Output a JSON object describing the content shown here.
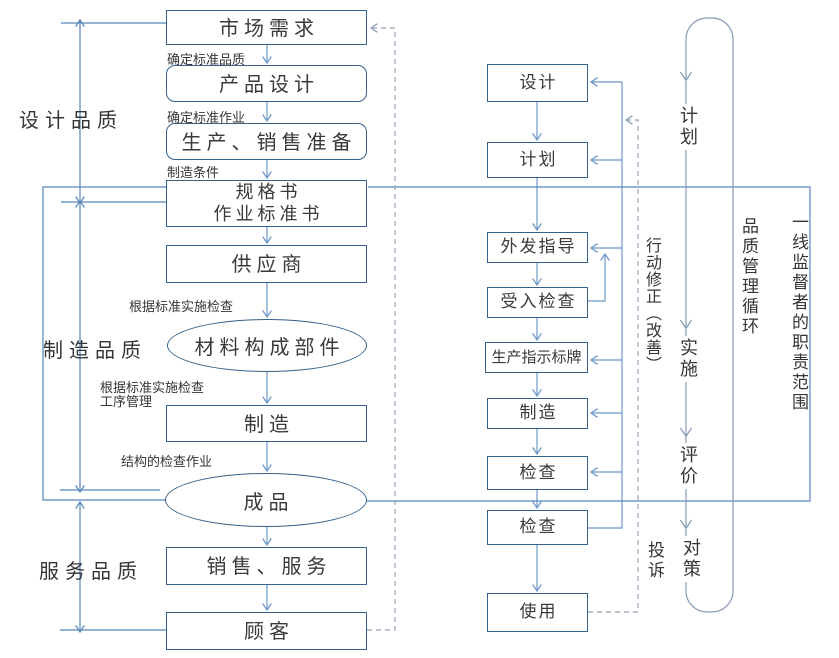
{
  "diagram": {
    "left_flow": {
      "nodes": {
        "market_demand": "市场需求",
        "product_design": "产品设计",
        "production_sales_prep": "生产、销售准备",
        "spec_book_line1": "规格书",
        "spec_book_line2": "作业标准书",
        "supplier": "供应商",
        "material_components": "材料构成部件",
        "manufacture": "制造",
        "finished_product": "成品",
        "sales_service": "销售、服务",
        "customer": "顾客"
      },
      "edge_labels": {
        "define_standard_quality": "确定标准品质",
        "define_standard_work": "确定标准作业",
        "manufacturing_conditions": "制造条件",
        "inspect_per_standard_1": "根据标准实施检查",
        "inspect_per_standard_2": "根据标准实施检查",
        "process_management": "工序管理",
        "structural_inspection": "结构的检查作业"
      },
      "quality_labels": {
        "design_quality": "设计品质",
        "manufacturing_quality": "制造品质",
        "service_quality": "服务品质"
      }
    },
    "right_flow": {
      "nodes": {
        "design": "设计",
        "plan": "计划",
        "outsourcing_guidance": "外发指导",
        "incoming_inspection": "受入检查",
        "production_sign": "生产指示标牌",
        "manufacture": "制造",
        "inspection_1": "检查",
        "inspection_2": "检查",
        "use": "使用"
      },
      "cycle_labels": {
        "plan": "计划",
        "do": "实施",
        "check": "评价",
        "act": "对策",
        "action_correction": "行动修正（改善）",
        "complaint": "投诉",
        "qc_cycle": "品质管理循环",
        "supervisor_scope": "一线监督者的职责范围"
      }
    },
    "colors": {
      "box_border": "#35618a",
      "flow_arrow": "#6f98c9",
      "measure_line": "#5b87ba",
      "cycle_line": "#8799b5",
      "dashed_line": "#93a3b7",
      "text": "#3a3a3a"
    }
  }
}
